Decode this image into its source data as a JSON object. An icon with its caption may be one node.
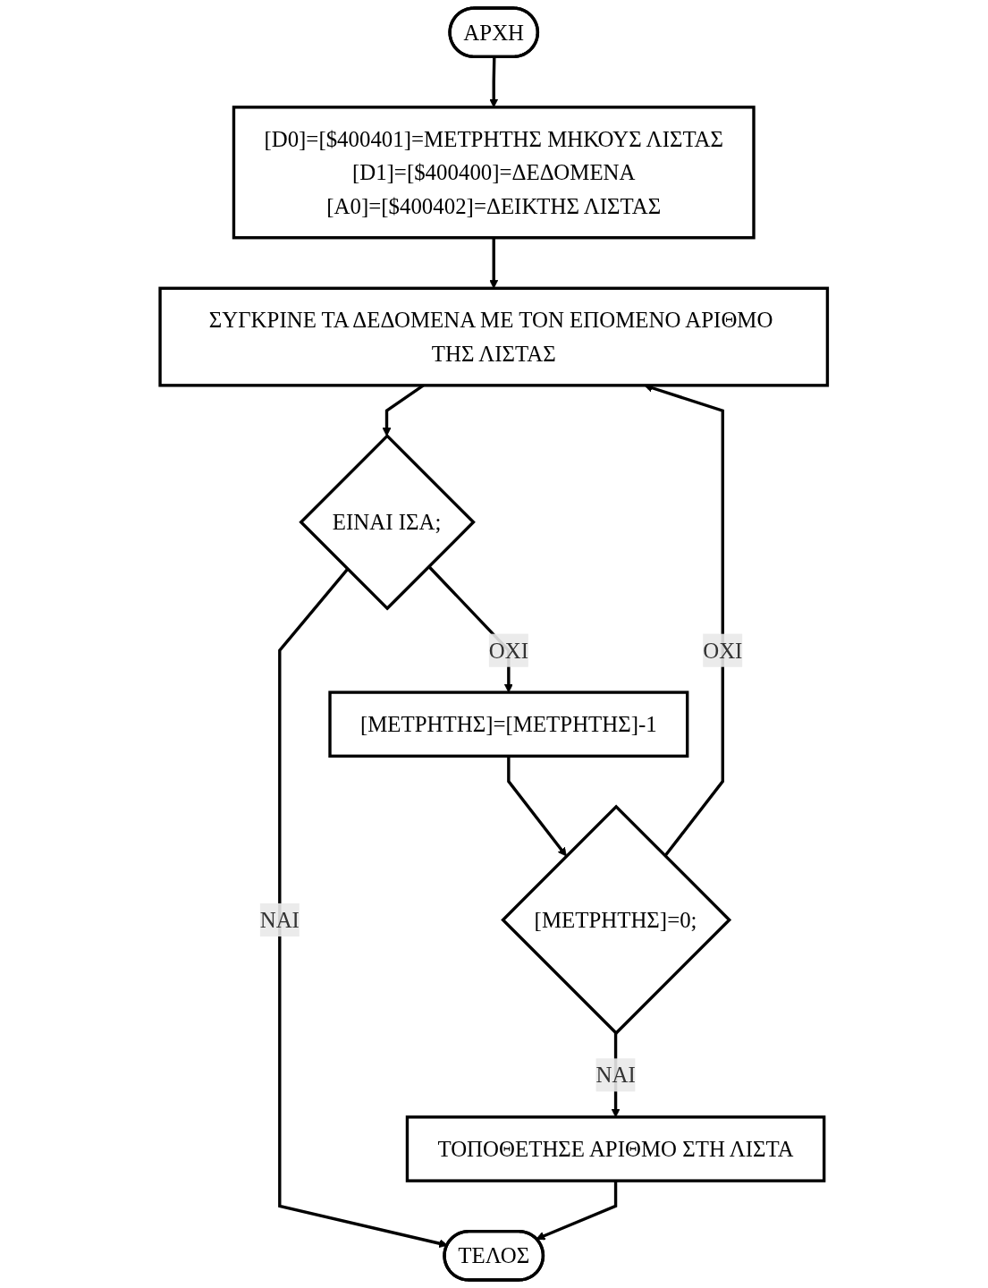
{
  "diagram": {
    "nodes": [
      {
        "text": [
          "ΑΡΧΗ"
        ]
      },
      {
        "text": [
          "[D0]=[$400401]=ΜΕΤΡΗΤΗΣ ΜΗΚΟΥΣ ΛΙΣΤΑΣ",
          "[D1]=[$400400]=ΔΕΔΟΜΕΝΑ",
          "[A0]=[$400402]=ΔΕΙΚΤΗΣ ΛΙΣΤΑΣ"
        ]
      },
      {
        "text": [
          "ΣΥΓΚΡΙΝΕ ΤΑ ΔΕΔΟΜΕΝΑ ΜΕ ΤΟΝ ΕΠΟΜΕΝΟ ΑΡΙΘΜΟ ΤΗΣ ΛΙΣΤΑΣ"
        ]
      },
      {
        "text": [
          "ΕΙΝΑΙ ΙΣΑ;"
        ]
      },
      {
        "text": [
          "[ΜΕΤΡΗΤΗΣ]=[ΜΕΤΡΗΤΗΣ]-1"
        ]
      },
      {
        "text": [
          "[ΜΕΤΡΗΤΗΣ]=0;"
        ]
      },
      {
        "text": [
          "ΤΟΠΟΘΕΤΗΣΕ ΑΡΙΘΜΟ ΣΤΗ ΛΙΣΤΑ"
        ]
      },
      {
        "text": [
          "ΤΕΛΟΣ"
        ]
      }
    ],
    "edges": [
      {
        "from": 0,
        "to": 1,
        "arrow": "to"
      },
      {
        "from": 1,
        "to": 2,
        "arrow": "to"
      },
      {
        "from": 2,
        "to": 3,
        "arrow": "to"
      },
      {
        "from": 3,
        "to": 4,
        "label": "ΟΧΙ",
        "arrow": "to"
      },
      {
        "from": 3,
        "to": 7,
        "label": "ΝΑΙ",
        "arrow": "to"
      },
      {
        "from": 4,
        "to": 5,
        "arrow": "to"
      },
      {
        "from": 5,
        "to": 2,
        "label": "ΟΧΙ",
        "arrow": "to"
      },
      {
        "from": 5,
        "to": 6,
        "label": "ΝΑΙ",
        "arrow": "to"
      },
      {
        "from": 6,
        "to": 7,
        "arrow": "to"
      }
    ]
  }
}
